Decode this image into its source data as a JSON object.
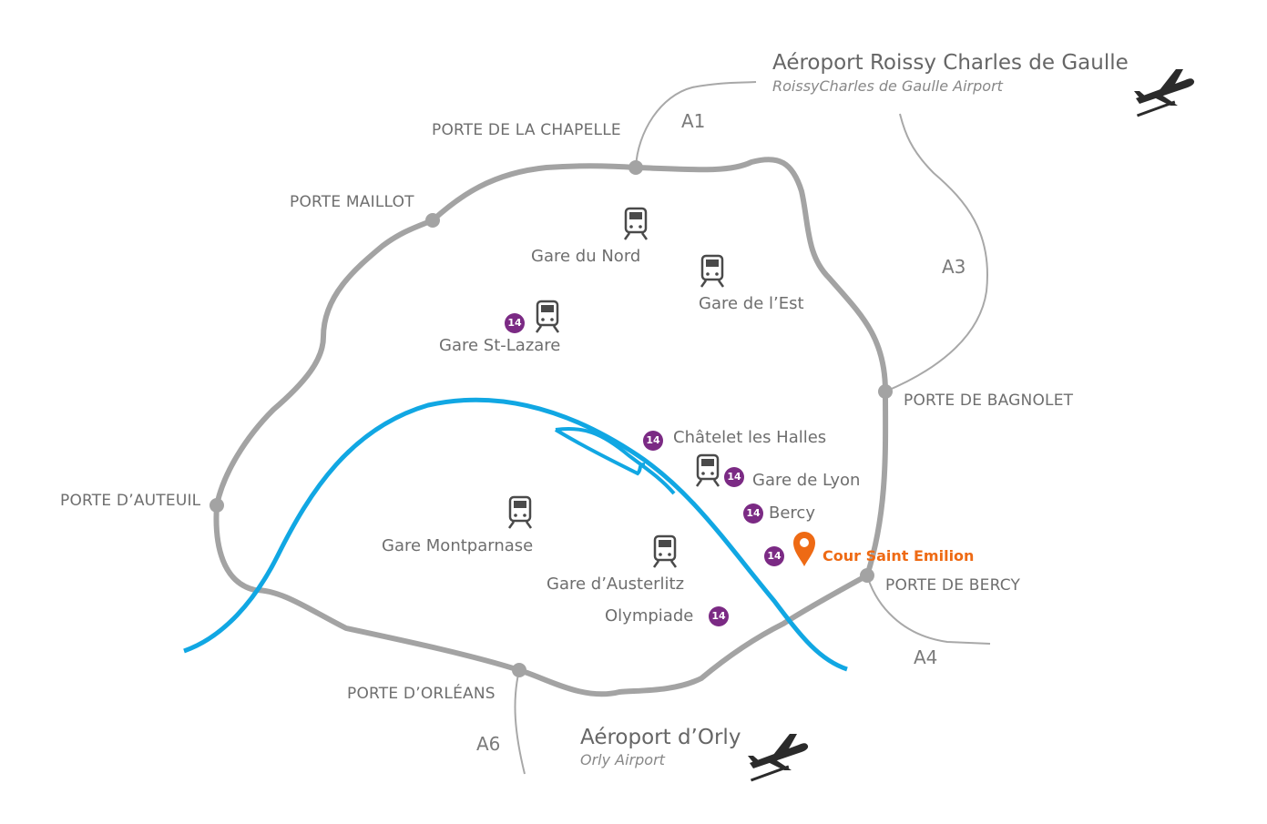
{
  "colors": {
    "ring": "#a3a3a3",
    "motorway": "#a8a8a8",
    "river": "#11a7e3",
    "metro": "#7b2a84",
    "destination": "#ee6a14",
    "text": "#6e6e6e",
    "icon": "#4a4a4a"
  },
  "airports": {
    "cdg": {
      "name": "Aéroport Roissy Charles de Gaulle",
      "subtitle": "RoissyCharles de Gaulle Airport"
    },
    "orly": {
      "name": "Aéroport d’Orly",
      "subtitle": "Orly Airport"
    }
  },
  "motorways": {
    "a1": "A1",
    "a3": "A3",
    "a4": "A4",
    "a6": "A6"
  },
  "portes": {
    "chapelle": "PORTE DE LA CHAPELLE",
    "maillot": "PORTE MAILLOT",
    "bagnolet": "PORTE DE BAGNOLET",
    "auteuil": "PORTE D’AUTEUIL",
    "bercy": "PORTE DE BERCY",
    "orleans": "PORTE D’ORLÉANS"
  },
  "stations": {
    "nord": "Gare du Nord",
    "est": "Gare de l’Est",
    "lazare": "Gare St-Lazare",
    "chatelet": "Châtelet les Halles",
    "lyon": "Gare de Lyon",
    "bercy": "Bercy",
    "montparnasse": "Gare Montparnase",
    "austerlitz": "Gare d’Austerlitz",
    "olympiade": "Olympiade"
  },
  "metro_line": "14",
  "destination": "Cour Saint Emilion",
  "icons": {
    "train": "train-icon",
    "plane": "airplane-icon",
    "pin": "location-pin-icon"
  }
}
